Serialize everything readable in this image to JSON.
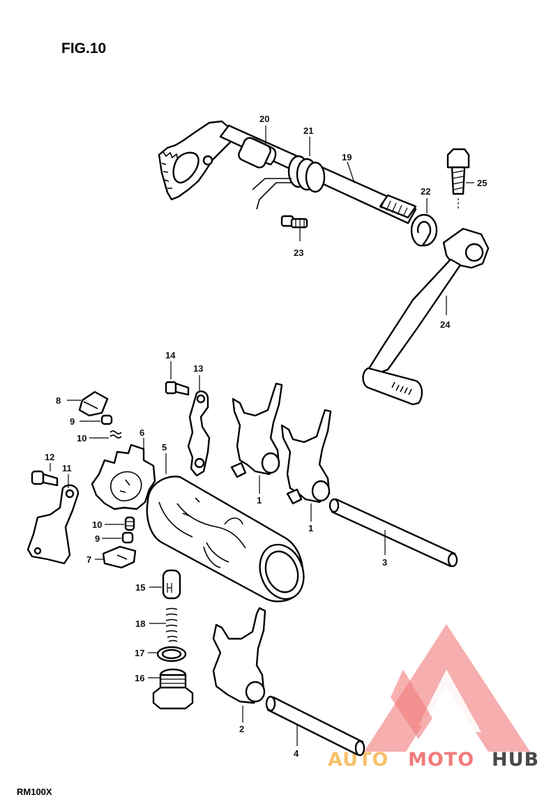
{
  "figure_title": "FIG.10",
  "model": "RM100X",
  "watermark": {
    "part1": "AUTO",
    "part2": "MOTO",
    "part3": "HUB"
  },
  "colors": {
    "line": "#000000",
    "background": "#ffffff",
    "watermark_red": "#f27b7b",
    "watermark_orange": "#f7c06a",
    "watermark_gray": "#4a4a4a"
  },
  "callouts": [
    "20",
    "21",
    "19",
    "22",
    "25",
    "23",
    "24",
    "14",
    "13",
    "8",
    "9",
    "10",
    "6",
    "5",
    "12",
    "11",
    "1",
    "1",
    "10",
    "9",
    "7",
    "3",
    "15",
    "18",
    "17",
    "16",
    "2",
    "4"
  ]
}
